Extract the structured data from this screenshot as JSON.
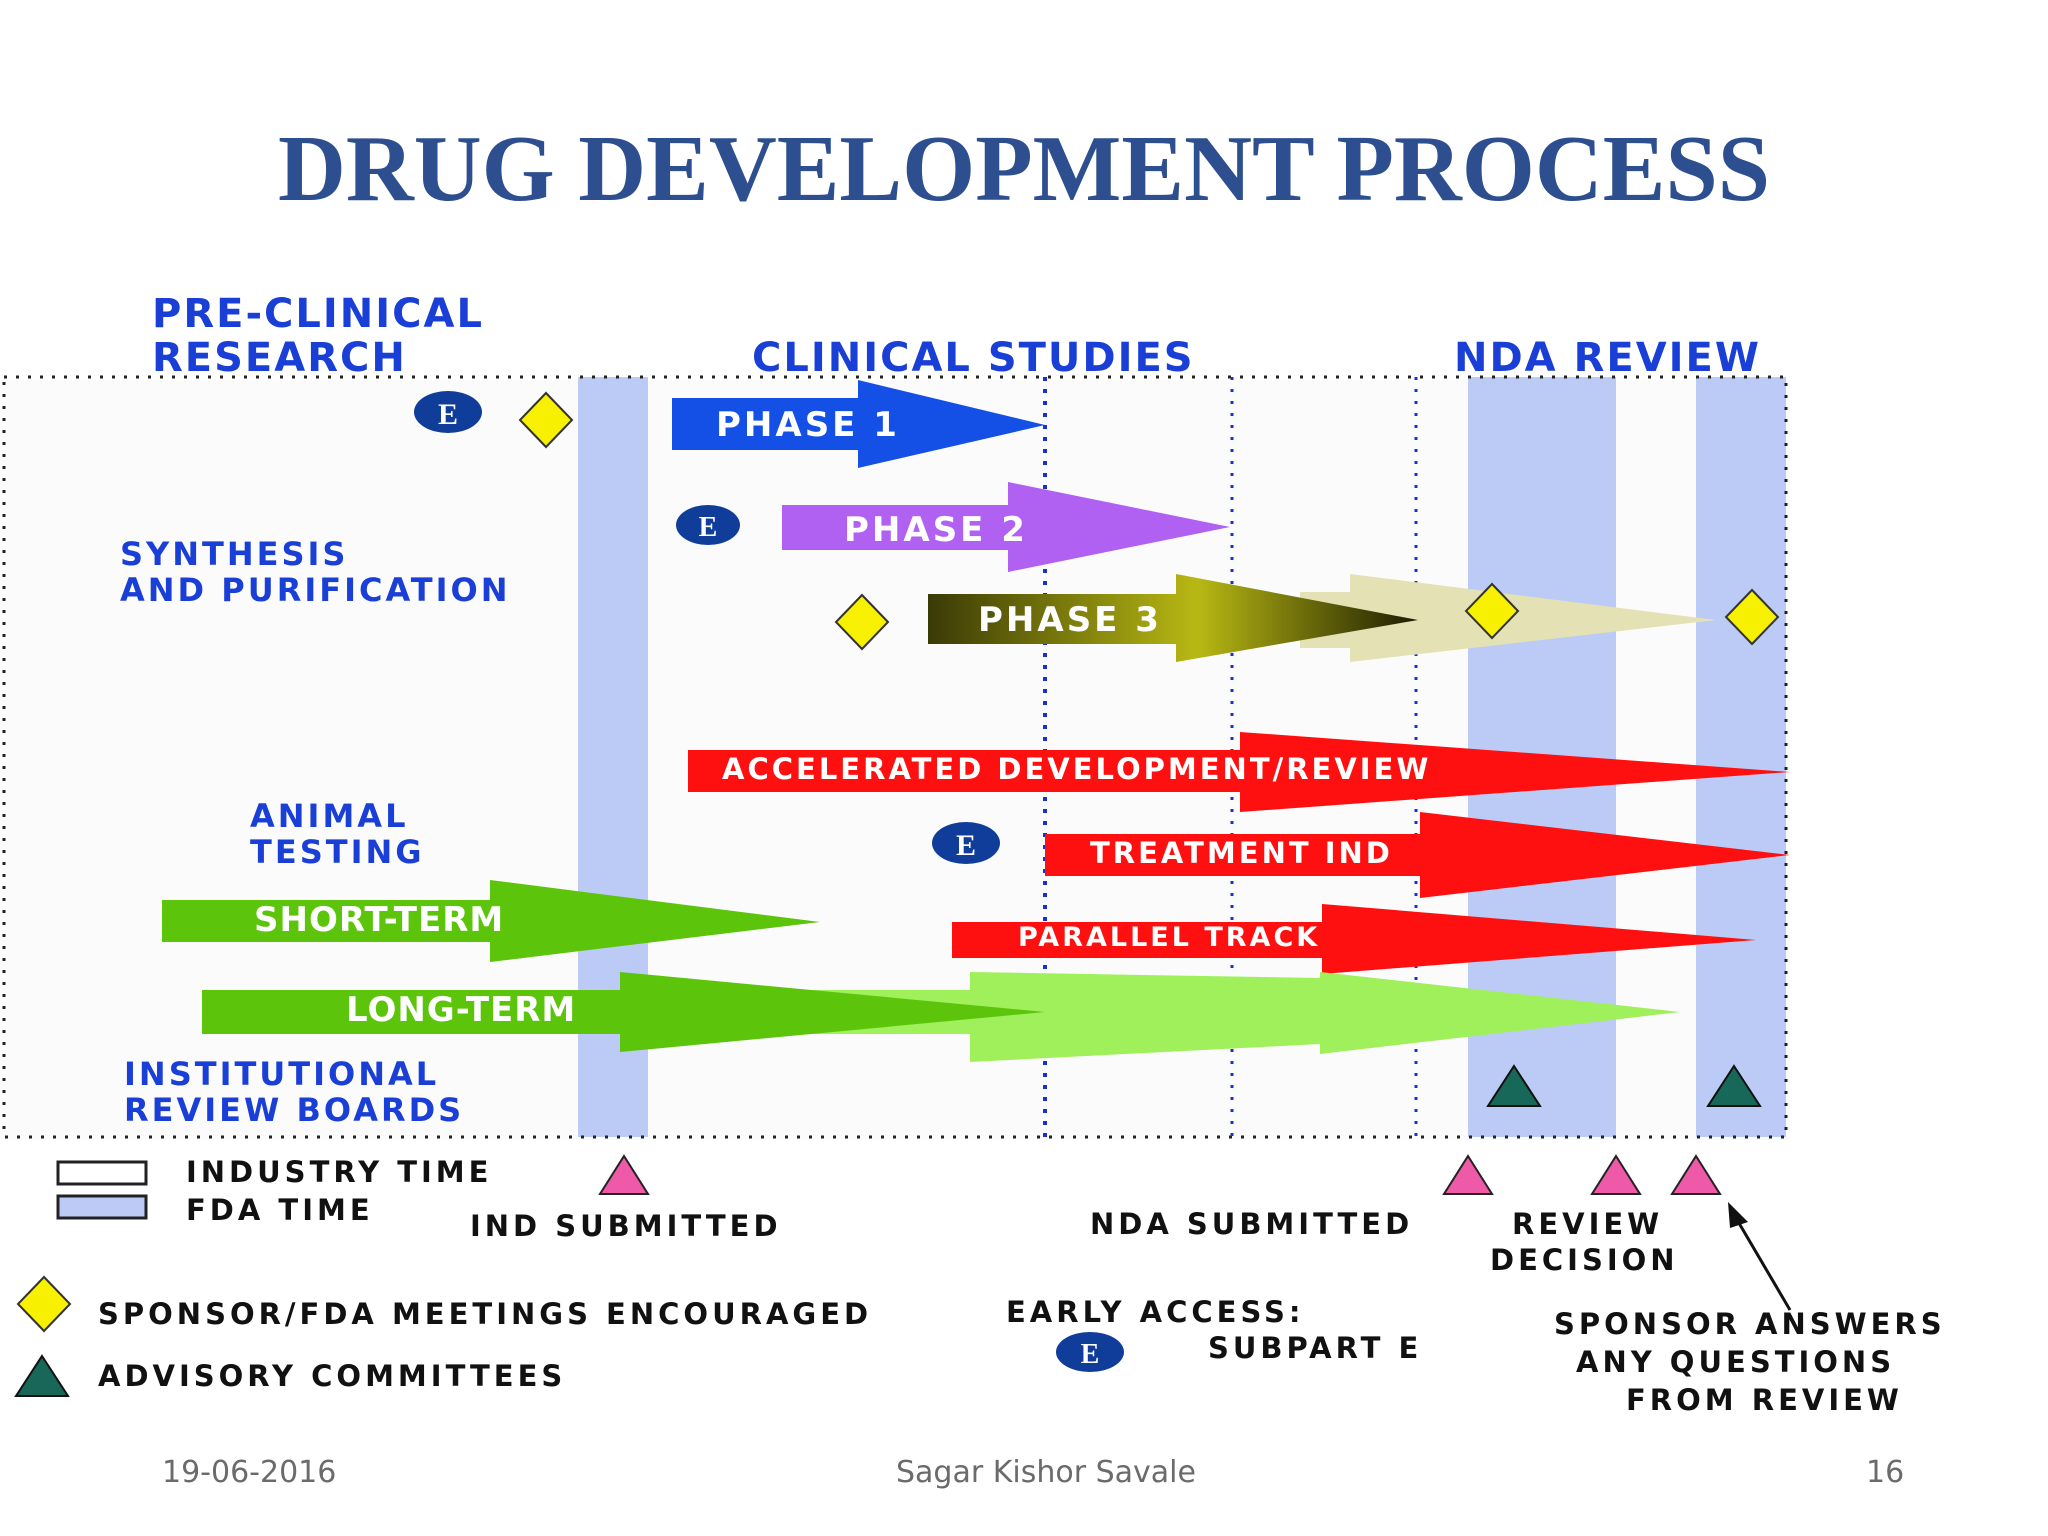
{
  "title": "DRUG DEVELOPMENT PROCESS",
  "sections": {
    "preclinical_line1": "PRE-CLINICAL",
    "preclinical_line2": "RESEARCH",
    "clinical": "CLINICAL STUDIES",
    "nda": "NDA REVIEW"
  },
  "side_labels": {
    "synthesis_line1": "SYNTHESIS",
    "synthesis_line2": "AND PURIFICATION",
    "animal_line1": "ANIMAL",
    "animal_line2": "TESTING",
    "irb_line1": "INSTITUTIONAL",
    "irb_line2": "REVIEW BOARDS"
  },
  "arrows": {
    "phase1": "PHASE 1",
    "phase2": "PHASE 2",
    "phase3": "PHASE 3",
    "accelerated": "ACCELERATED DEVELOPMENT/REVIEW",
    "treatment": "TREATMENT IND",
    "parallel": "PARALLEL TRACK",
    "short_term": "SHORT-TERM",
    "long_term": "LONG-TERM"
  },
  "early_access_marker": "E",
  "legend": {
    "industry_time": "INDUSTRY TIME",
    "fda_time": "FDA TIME",
    "meetings": "SPONSOR/FDA MEETINGS ENCOURAGED",
    "advisory": "ADVISORY COMMITTEES",
    "early_access_line1": "EARLY ACCESS:",
    "early_access_line2": "SUBPART E"
  },
  "milestones": {
    "ind_submitted": "IND SUBMITTED",
    "nda_submitted": "NDA SUBMITTED",
    "review_decision_line1": "REVIEW",
    "review_decision_line2": "DECISION",
    "sponsor_answers_line1": "SPONSOR ANSWERS",
    "sponsor_answers_line2": "ANY QUESTIONS",
    "sponsor_answers_line3": "FROM REVIEW"
  },
  "footer": {
    "date": "19-06-2016",
    "author": "Sagar Kishor Savale",
    "page": "16"
  },
  "colors": {
    "title": "#2e4f8f",
    "section_label": "#1a3fd6",
    "fda_band": "#bccbf6",
    "phase1": "#1450e6",
    "phase2": "#b061f2",
    "phase3": "#8a8a10",
    "red_track": "#ff1010",
    "animal_green": "#5cc40a",
    "diamond": "#f7f000",
    "milestone_triangle": "#ee5aa8",
    "advisory_triangle": "#176858",
    "e_badge": "#103c9a"
  }
}
